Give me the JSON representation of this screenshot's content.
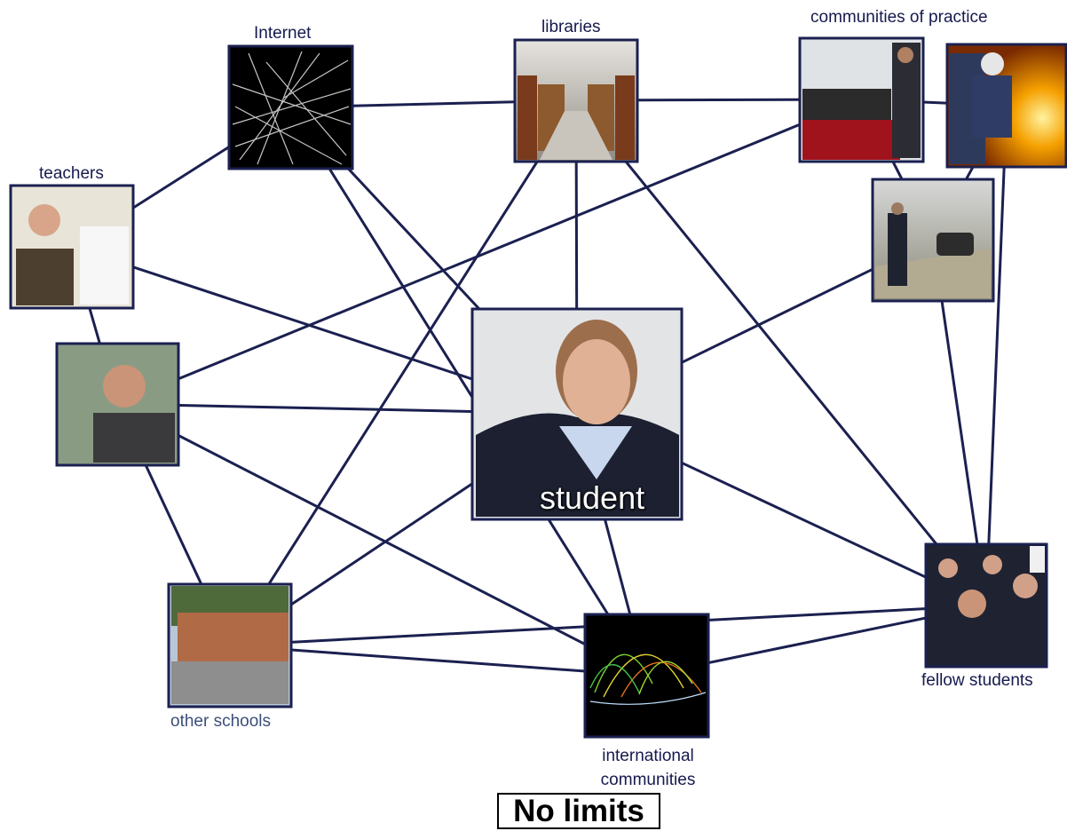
{
  "diagram": {
    "center": {
      "id": "student",
      "caption": "student"
    },
    "nodes": [
      {
        "id": "internet",
        "label": "Internet",
        "picture": "network-lines-photo"
      },
      {
        "id": "libraries",
        "label": "libraries",
        "picture": "library-aisle-photo"
      },
      {
        "id": "cop1",
        "label": "communities of practice",
        "picture": "crashed-car-officer-photo"
      },
      {
        "id": "cop2",
        "label": "",
        "picture": "firefighter-flames-photo"
      },
      {
        "id": "cop3",
        "label": "",
        "picture": "police-roadside-photo"
      },
      {
        "id": "teachers",
        "label": "teachers",
        "picture": "lecturer-microphone-photo"
      },
      {
        "id": "teacher2",
        "label": "",
        "picture": "man-profile-photo"
      },
      {
        "id": "other_schools",
        "label": "other schools",
        "picture": "school-building-photo"
      },
      {
        "id": "international",
        "label": "international\ncommunities",
        "picture": "global-arcs-photo"
      },
      {
        "id": "fellow",
        "label": "fellow students",
        "picture": "cadets-group-photo"
      }
    ],
    "edges": [
      [
        "internet",
        "teachers"
      ],
      [
        "internet",
        "libraries"
      ],
      [
        "internet",
        "student"
      ],
      [
        "internet",
        "international"
      ],
      [
        "libraries",
        "cop1"
      ],
      [
        "libraries",
        "student"
      ],
      [
        "libraries",
        "other_schools"
      ],
      [
        "libraries",
        "fellow"
      ],
      [
        "cop1",
        "cop3"
      ],
      [
        "cop2",
        "cop3"
      ],
      [
        "cop2",
        "fellow"
      ],
      [
        "cop2",
        "cop1"
      ],
      [
        "cop1",
        "teacher2"
      ],
      [
        "cop3",
        "student"
      ],
      [
        "cop3",
        "fellow"
      ],
      [
        "teachers",
        "teacher2"
      ],
      [
        "teachers",
        "student"
      ],
      [
        "teacher2",
        "student"
      ],
      [
        "teacher2",
        "other_schools"
      ],
      [
        "teacher2",
        "international"
      ],
      [
        "student",
        "other_schools"
      ],
      [
        "student",
        "international"
      ],
      [
        "student",
        "fellow"
      ],
      [
        "other_schools",
        "international"
      ],
      [
        "other_schools",
        "fellow"
      ],
      [
        "international",
        "fellow"
      ]
    ]
  },
  "footer": {
    "text": "No limits"
  }
}
